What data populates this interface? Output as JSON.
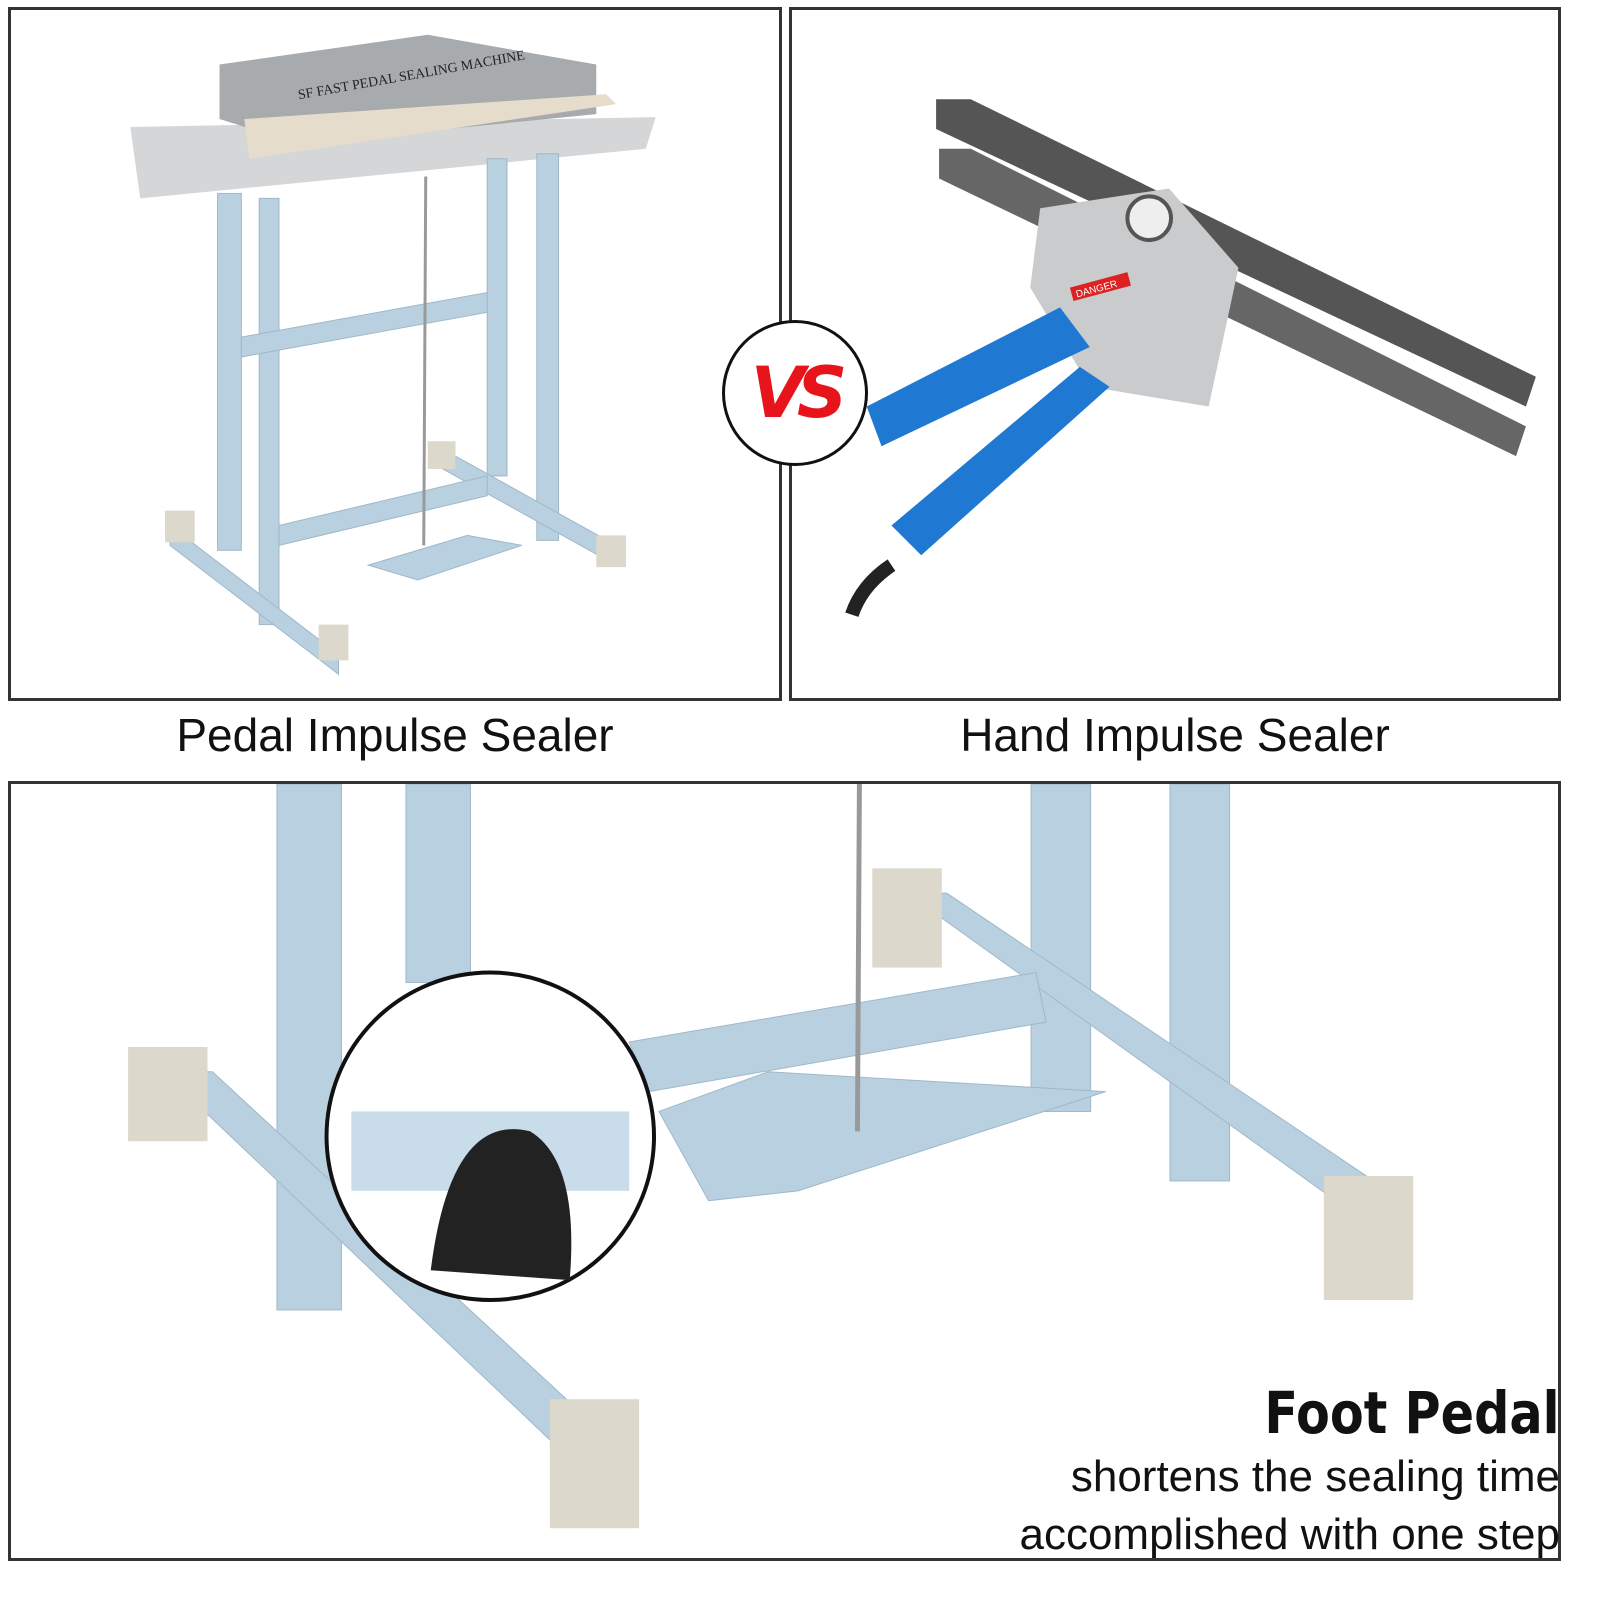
{
  "panels": {
    "pedal": {
      "caption": "Pedal Impulse Sealer",
      "machine_label": "SF FAST PEDAL SEALING MACHINE"
    },
    "hand": {
      "caption": "Hand Impulse Sealer",
      "warning_label": "DANGER"
    }
  },
  "vs_badge": {
    "text": "VS",
    "color": "#e8141b"
  },
  "feature": {
    "title": "Foot Pedal",
    "line1": "shortens the sealing time",
    "line2": "accomplished with one step"
  },
  "colors": {
    "frame": "#b8d0e0",
    "border": "#333333",
    "handle": "#1f78d1"
  }
}
